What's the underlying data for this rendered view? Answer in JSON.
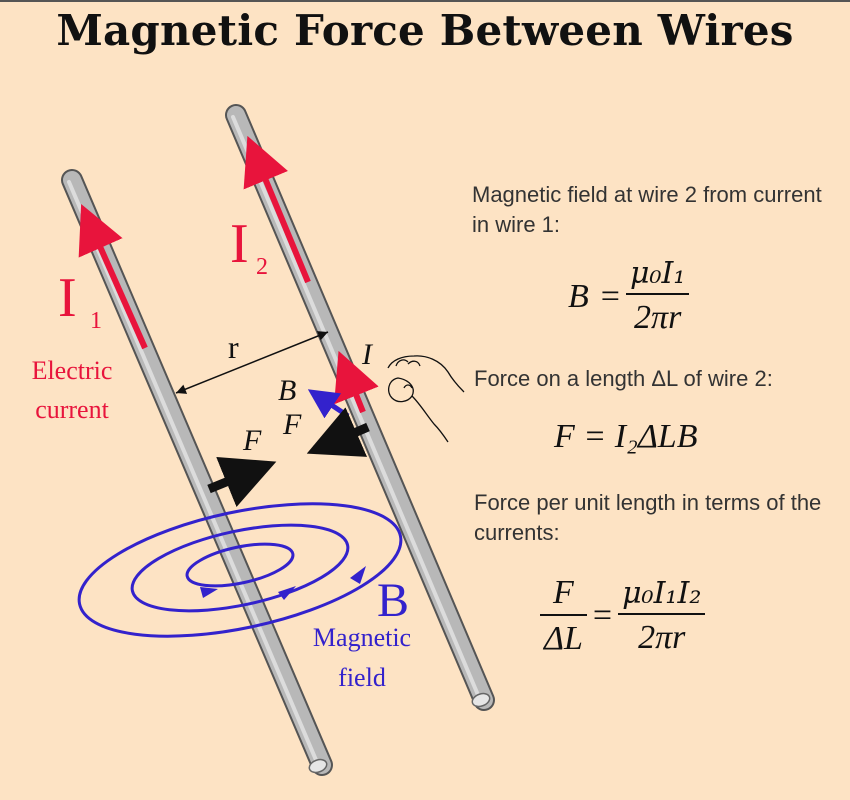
{
  "title": "Magnetic Force Between Wires",
  "labels": {
    "i1_main": "I",
    "i1_sub": "1",
    "i2_main": "I",
    "i2_sub": "2",
    "electric_current_line1": "Electric",
    "electric_current_line2": "current",
    "r": "r",
    "i_small": "I",
    "b_small": "B",
    "f_left": "F",
    "f_right": "F",
    "b_big": "B",
    "magnetic_field_line1": "Magnetic",
    "magnetic_field_line2": "field"
  },
  "notes": {
    "field_note": "Magnetic field at wire 2 from current in wire 1:",
    "force_note": "Force on a length ΔL of wire 2:",
    "per_length_note": "Force per unit length in terms of the currents:"
  },
  "equations": {
    "eq1": {
      "lhs": "B",
      "num": "μ₀I₁",
      "den": "2πr"
    },
    "eq2": {
      "text": "F = I₂ΔLB"
    },
    "eq3": {
      "lhs_num": "F",
      "lhs_den": "ΔL",
      "num": "μ₀I₁I₂",
      "den": "2πr"
    }
  },
  "colors": {
    "background": "#fde3c4",
    "current": "#e8143c",
    "field": "#3322cc",
    "wire": "#b4b4b4",
    "force": "#111111"
  }
}
